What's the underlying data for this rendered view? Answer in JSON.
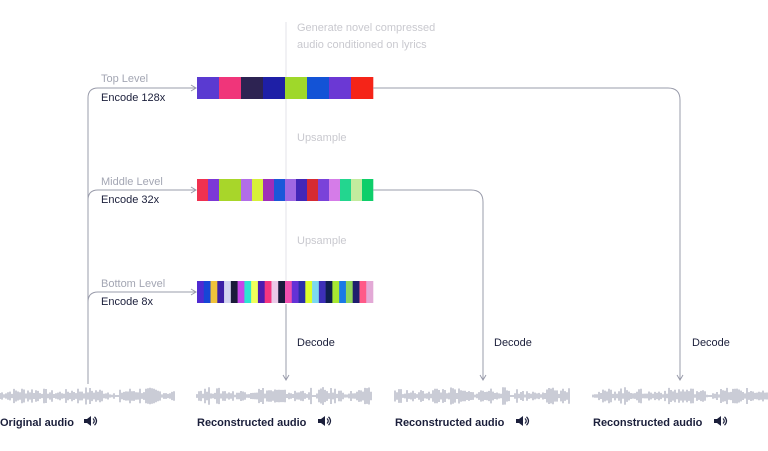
{
  "top_note": {
    "line1": "Generate novel compressed",
    "line2": "audio conditioned on lyrics"
  },
  "upsample_labels": [
    "Upsample",
    "Upsample"
  ],
  "levels": [
    {
      "name": "Top Level",
      "encode": "Encode 128x",
      "colors": [
        "#5a3ad1",
        "#f0357a",
        "#2d2352",
        "#1e1fa6",
        "#9fd82a",
        "#1353d6",
        "#6b38d4",
        "#f52418"
      ]
    },
    {
      "name": "Middle Level",
      "encode": "Encode 32x",
      "colors": [
        "#f0314f",
        "#7c38d6",
        "#a8d62a",
        "#a8d62a",
        "#b26de8",
        "#d7f03a",
        "#9f2eb8",
        "#1a58d9",
        "#9f68e3",
        "#4227b8",
        "#d62b32",
        "#7a42d9",
        "#d57ce8",
        "#23d68f",
        "#c3eb9e",
        "#0fce6a"
      ]
    },
    {
      "name": "Bottom Level",
      "encode": "Encode 8x",
      "colors": [
        "#4f2ad1",
        "#1646d6",
        "#f0c23a",
        "#3c1ea6",
        "#d3d4f0",
        "#1b1b3a",
        "#c646e8",
        "#2ce5d2",
        "#f0ff5a",
        "#4e1bb0",
        "#f5357f",
        "#ebc9e8",
        "#1a1b3d",
        "#f04fb0",
        "#6432d6",
        "#2b2fa8",
        "#ddff2a",
        "#7cd9f0",
        "#3d2fb8",
        "#0f1f4e",
        "#a7e832",
        "#1a79e6",
        "#8fd65a",
        "#1e1e6d",
        "#ff5a88",
        "#e3a9d6"
      ]
    }
  ],
  "decode_label": "Decode",
  "captions": [
    "Original audio",
    "Reconstructed audio",
    "Reconstructed audio",
    "Reconstructed audio"
  ],
  "icons": [
    "speaker-icon"
  ],
  "colors": {
    "text": "#1b1f3b",
    "faint_text": "#c9c9cf",
    "level_name": "#a3a6b3",
    "connector": "#9a9cab",
    "waveform": "#9fa2b5"
  }
}
